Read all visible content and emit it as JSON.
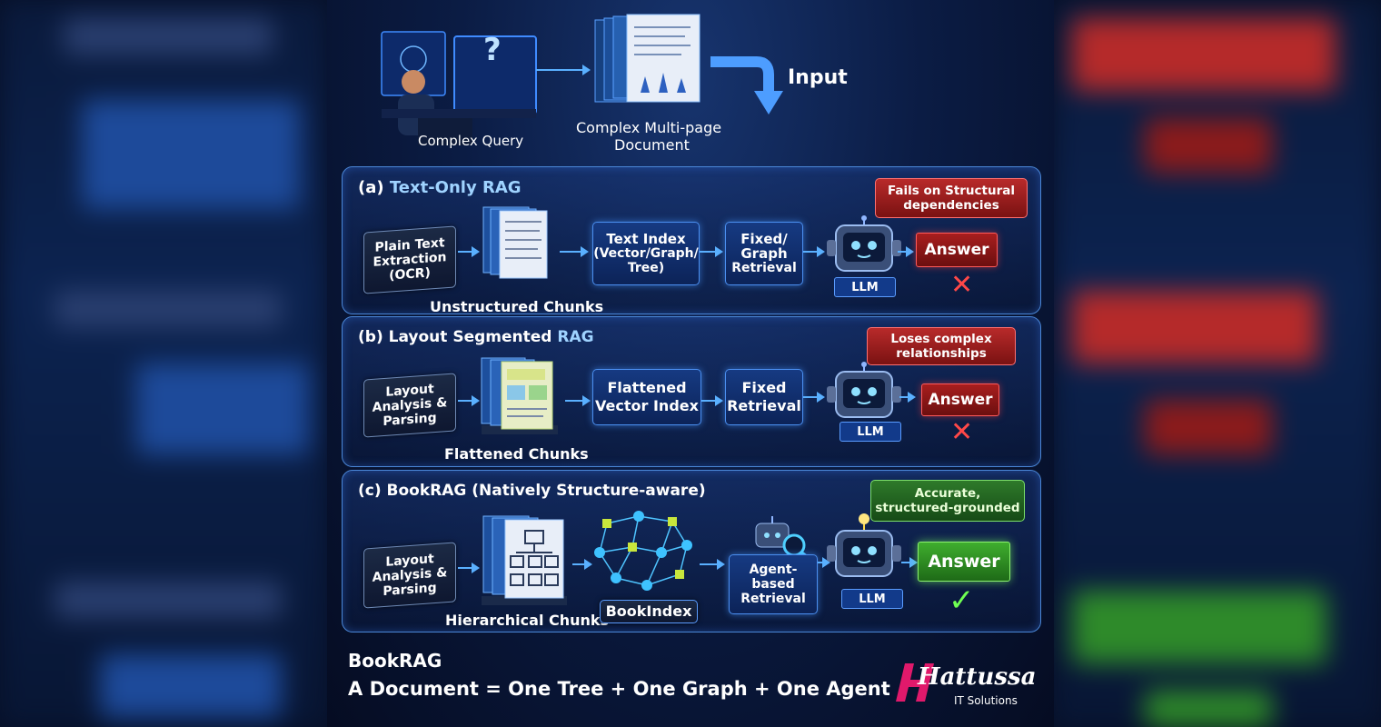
{
  "top": {
    "query_label": "Complex Query",
    "document_label_line1": "Complex Multi-page",
    "document_label_line2": "Document",
    "input_label": "Input",
    "question_mark": "?"
  },
  "panels": [
    {
      "prefix": "(a)",
      "title": "Text-Only RAG",
      "step1": [
        "Plain Text",
        "Extraction",
        "(OCR)"
      ],
      "chunks_label": "Unstructured Chunks",
      "step2": [
        "Text Index",
        "(Vector/Graph/",
        "Tree)"
      ],
      "step3": [
        "Fixed/",
        "Graph",
        "Retrieval"
      ],
      "llm": "LLM",
      "note": [
        "Fails on Structural",
        "dependencies"
      ],
      "answer": "Answer",
      "mark": "✕"
    },
    {
      "prefix": "(b)",
      "title_part1": "Layout Segmented",
      "title_part2": "RAG",
      "step1": [
        "Layout",
        "Analysis &",
        "Parsing"
      ],
      "chunks_label": "Flattened Chunks",
      "step2": [
        "Flattened",
        "Vector Index"
      ],
      "step3": [
        "Fixed",
        "Retrieval"
      ],
      "llm": "LLM",
      "note": [
        "Loses complex",
        "relationships"
      ],
      "answer": "Answer",
      "mark": "✕"
    },
    {
      "prefix": "(c)",
      "title": "BookRAG (Natively Structure-aware)",
      "step1": [
        "Layout",
        "Analysis &",
        "Parsing"
      ],
      "chunks_label": "Hierarchical Chunks",
      "index_label": "BookIndex",
      "step3": [
        "Agent-",
        "based",
        "Retrieval"
      ],
      "llm": "LLM",
      "note": [
        "Accurate,",
        "structured-grounded"
      ],
      "answer": "Answer",
      "mark": "✓"
    }
  ],
  "footer": {
    "title": "BookRAG",
    "subtitle": "A Document = One Tree + One Graph + One Agent"
  },
  "logo": {
    "name": "Hattussa",
    "tagline": "IT Solutions"
  },
  "colors": {
    "accent_blue": "#4b8ff0",
    "fail_red": "#c62828",
    "success_green": "#3fae2e",
    "logo_pink": "#e0196b"
  }
}
